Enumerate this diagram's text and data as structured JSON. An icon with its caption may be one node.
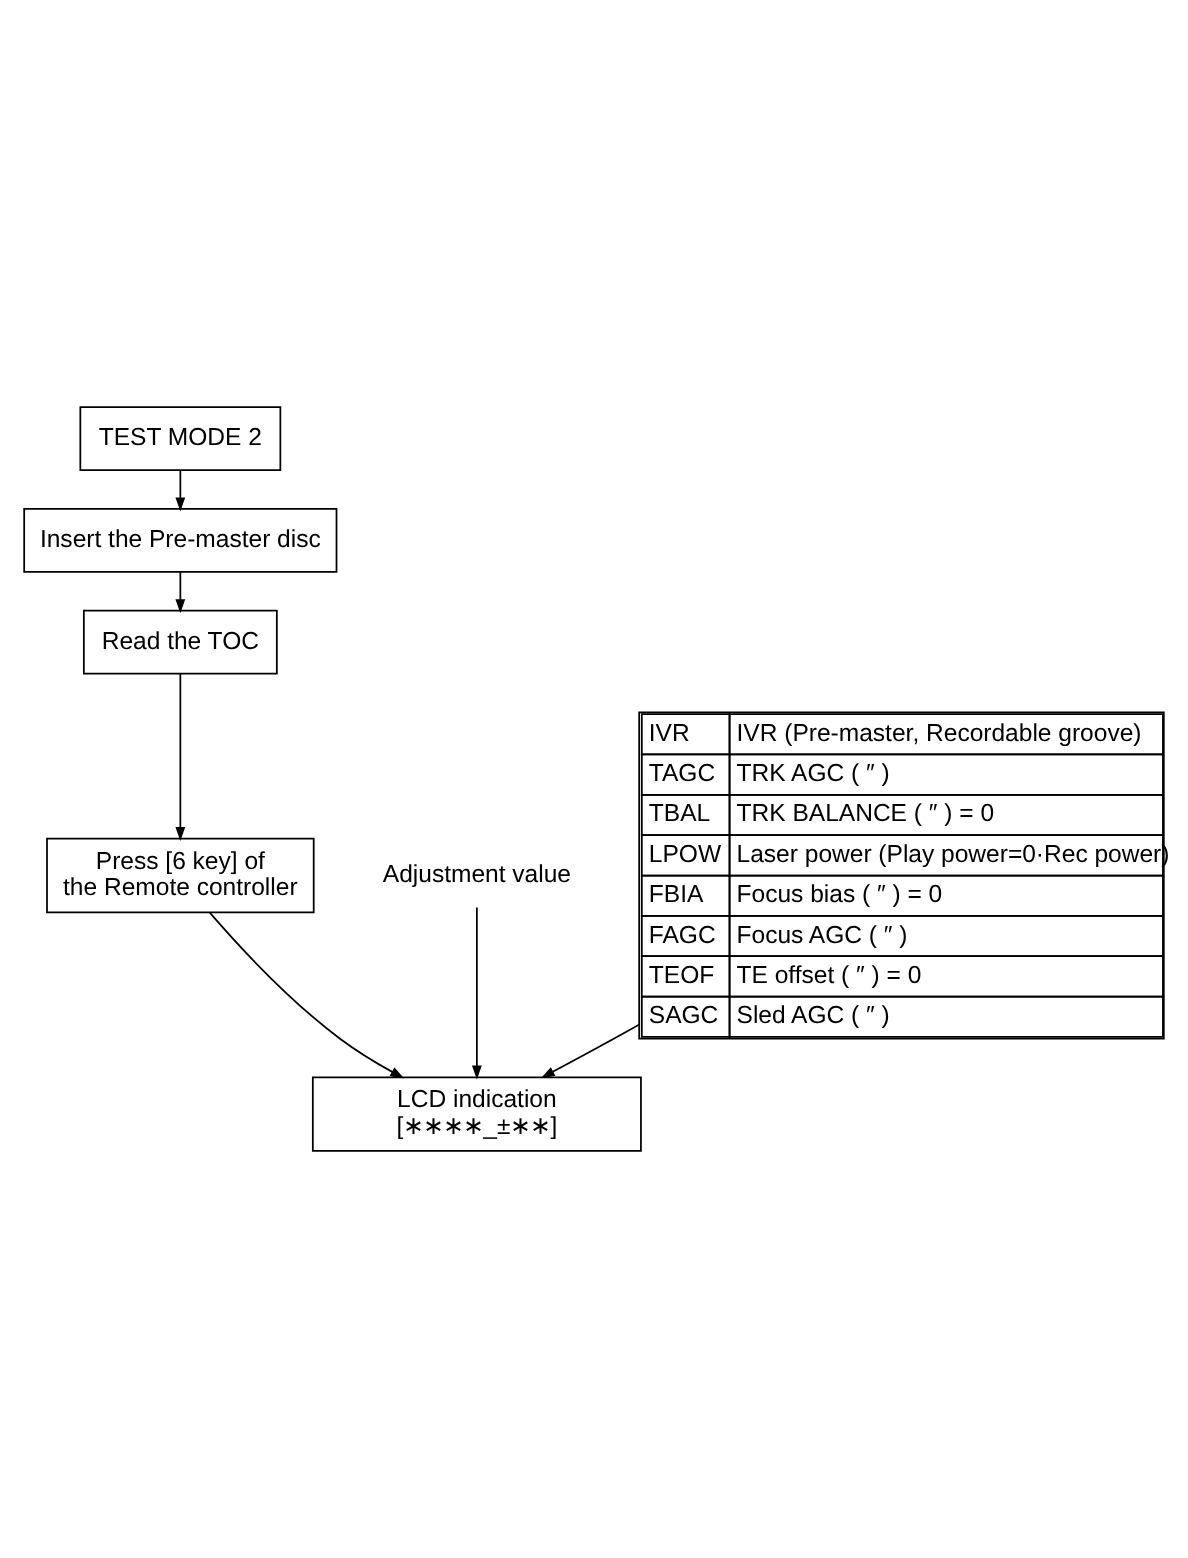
{
  "diagram": {
    "nodes": [
      {
        "text": [
          "TEST MODE 2"
        ]
      },
      {
        "text": [
          "Insert the Pre-master disc"
        ]
      },
      {
        "text": [
          "Read the TOC"
        ]
      },
      {
        "text": [
          "Press [6 key] of the Remote controller"
        ]
      },
      {
        "text": [
          "LCD indication",
          "[∗∗∗∗_±∗∗]"
        ]
      },
      {
        "text": [
          "Adjustment value"
        ]
      },
      {
        "text": [
          "IVR",
          "IVR (Pre-master, Recordable groove)",
          "TAGC",
          "TRK AGC ( ″ )",
          "TBAL",
          "TRK BALANCE ( ″ ) = 0",
          "LPOW",
          "Laser power (Play power=0·Rec power)",
          "FBIA",
          "Focus bias ( ″ ) = 0",
          "FAGC",
          "Focus AGC ( ″ )",
          "TEOF",
          "TE offset ( ″ ) = 0",
          "SAGC",
          "Sled AGC ( ″ )"
        ]
      }
    ],
    "edges": [
      {
        "from": 0,
        "to": 1,
        "arrow": "to"
      },
      {
        "from": 1,
        "to": 2,
        "arrow": "to"
      },
      {
        "from": 2,
        "to": 3,
        "arrow": "to"
      },
      {
        "from": 3,
        "to": 4,
        "arrow": "to"
      },
      {
        "from": 6,
        "to": 4,
        "arrow": "to"
      },
      {
        "from": 5,
        "to": 4,
        "arrow": "to"
      }
    ]
  }
}
